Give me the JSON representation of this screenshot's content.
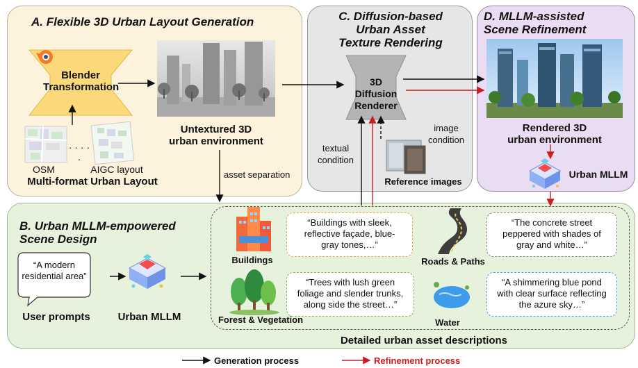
{
  "panels": {
    "a": {
      "title": "A. Flexible 3D Urban Layout Generation"
    },
    "b": {
      "title_line1": "B. Urban MLLM-empowered",
      "title_line2": "Scene Design"
    },
    "c": {
      "title_line1": "C. Diffusion-based",
      "title_line2": "Urban Asset",
      "title_line3": "Texture Rendering"
    },
    "d": {
      "title_line1": "D. MLLM-assisted",
      "title_line2": "Scene Refinement"
    }
  },
  "blender": {
    "line1": "Blender",
    "line2": "Transformation"
  },
  "untextured": {
    "line1": "Untextured 3D",
    "line2": "urban environment"
  },
  "osm_label": "OSM",
  "dots": "· · · · ·",
  "aigc_label": "AIGC layout",
  "multiformat": "Multi-format Urban Layout",
  "asset_separation": "asset separation",
  "renderer": {
    "line1": "3D Diffusion",
    "line2": "Renderer"
  },
  "textual_condition": {
    "line1": "textual",
    "line2": "condition"
  },
  "image_condition": {
    "line1": "image",
    "line2": "condition"
  },
  "reference_images": "Reference images",
  "rendered": {
    "line1": "Rendered 3D",
    "line2": "urban environment"
  },
  "urban_mllm_d": "Urban MLLM",
  "user_prompt_quote": {
    "line1": "“A modern",
    "line2": "residential area”"
  },
  "user_prompts": "User prompts",
  "urban_mllm_b": "Urban MLLM",
  "assets": {
    "buildings": {
      "label": "Buildings",
      "desc": [
        "“Buildings with sleek,",
        "reflective façade, blue-",
        "gray tones,…”"
      ]
    },
    "roads": {
      "label": "Roads & Paths",
      "desc": [
        "“The concrete street",
        "peppered with shades of",
        "gray and white…”"
      ]
    },
    "forest": {
      "label": "Forest & Vegetation",
      "desc": [
        "“Trees with lush green",
        "foliage and slender trunks,",
        "along side the street…”"
      ]
    },
    "water": {
      "label": "Water",
      "desc": [
        "“A shimmering blue pond",
        "with clear surface reflecting",
        "the azure sky…”"
      ]
    }
  },
  "detailed_caption": "Detailed urban asset descriptions",
  "legend": {
    "generation": "Generation process",
    "refinement": "Refinement process"
  },
  "colors": {
    "panel_a": "#fdf3dc",
    "panel_b": "#e7f2dd",
    "panel_c": "#e6e6e6",
    "panel_d": "#eadcf2",
    "blender_box": "#fbd97a",
    "refine_arrow": "#c81e1e"
  }
}
